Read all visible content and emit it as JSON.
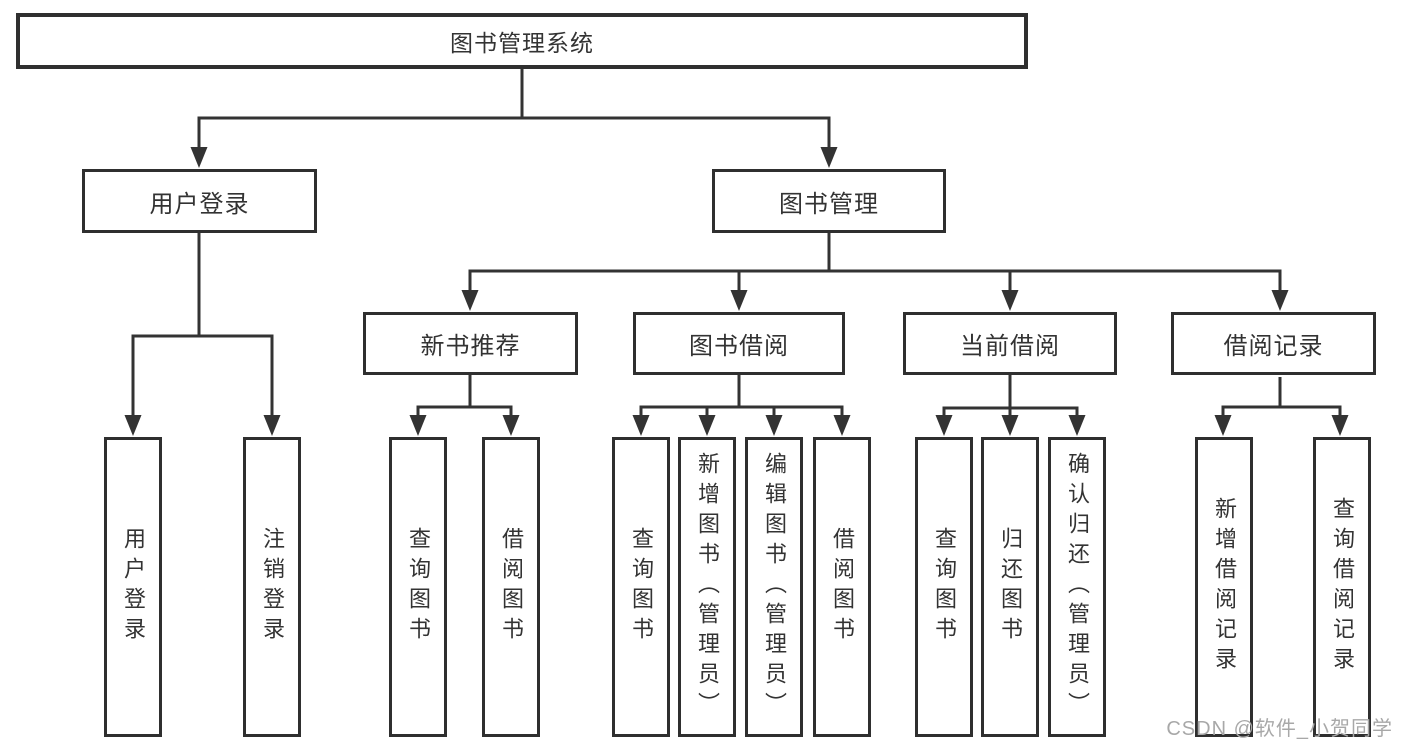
{
  "diagram": {
    "root": {
      "label": "图书管理系统"
    },
    "level2": [
      {
        "id": "user-login",
        "label": "用户登录"
      },
      {
        "id": "book-management",
        "label": "图书管理"
      }
    ],
    "level3": [
      {
        "id": "new-book-recommend",
        "label": "新书推荐",
        "parent": "book-management"
      },
      {
        "id": "book-borrow",
        "label": "图书借阅",
        "parent": "book-management"
      },
      {
        "id": "current-borrow",
        "label": "当前借阅",
        "parent": "book-management"
      },
      {
        "id": "borrow-records",
        "label": "借阅记录",
        "parent": "book-management"
      }
    ],
    "leaves": [
      {
        "id": "user-login",
        "label": "用户登录",
        "parent": "user-login"
      },
      {
        "id": "logout",
        "label": "注销登录",
        "parent": "user-login"
      },
      {
        "id": "query-book-recommend",
        "label": "查询图书",
        "parent": "new-book-recommend"
      },
      {
        "id": "borrow-book-recommend",
        "label": "借阅图书",
        "parent": "new-book-recommend"
      },
      {
        "id": "query-book-borrow",
        "label": "查询图书",
        "parent": "book-borrow"
      },
      {
        "id": "add-book-admin",
        "label": "新增图书（管理员）",
        "parent": "book-borrow"
      },
      {
        "id": "edit-book-admin",
        "label": "编辑图书（管理员）",
        "parent": "book-borrow"
      },
      {
        "id": "borrow-book",
        "label": "借阅图书",
        "parent": "book-borrow"
      },
      {
        "id": "query-book-current",
        "label": "查询图书",
        "parent": "current-borrow"
      },
      {
        "id": "return-book",
        "label": "归还图书",
        "parent": "current-borrow"
      },
      {
        "id": "confirm-return-admin",
        "label": "确认归还（管理员）",
        "parent": "current-borrow"
      },
      {
        "id": "add-borrow-record",
        "label": "新增借阅记录",
        "parent": "borrow-records"
      },
      {
        "id": "query-borrow-record",
        "label": "查询借阅记录",
        "parent": "borrow-records"
      }
    ]
  },
  "watermark": {
    "text": "CSDN @软件_小贺同学"
  },
  "colors": {
    "line": "#333333",
    "box_border": "#2f2f2f",
    "text": "#333333",
    "watermark": "#a8a8a8",
    "background": "#ffffff"
  }
}
